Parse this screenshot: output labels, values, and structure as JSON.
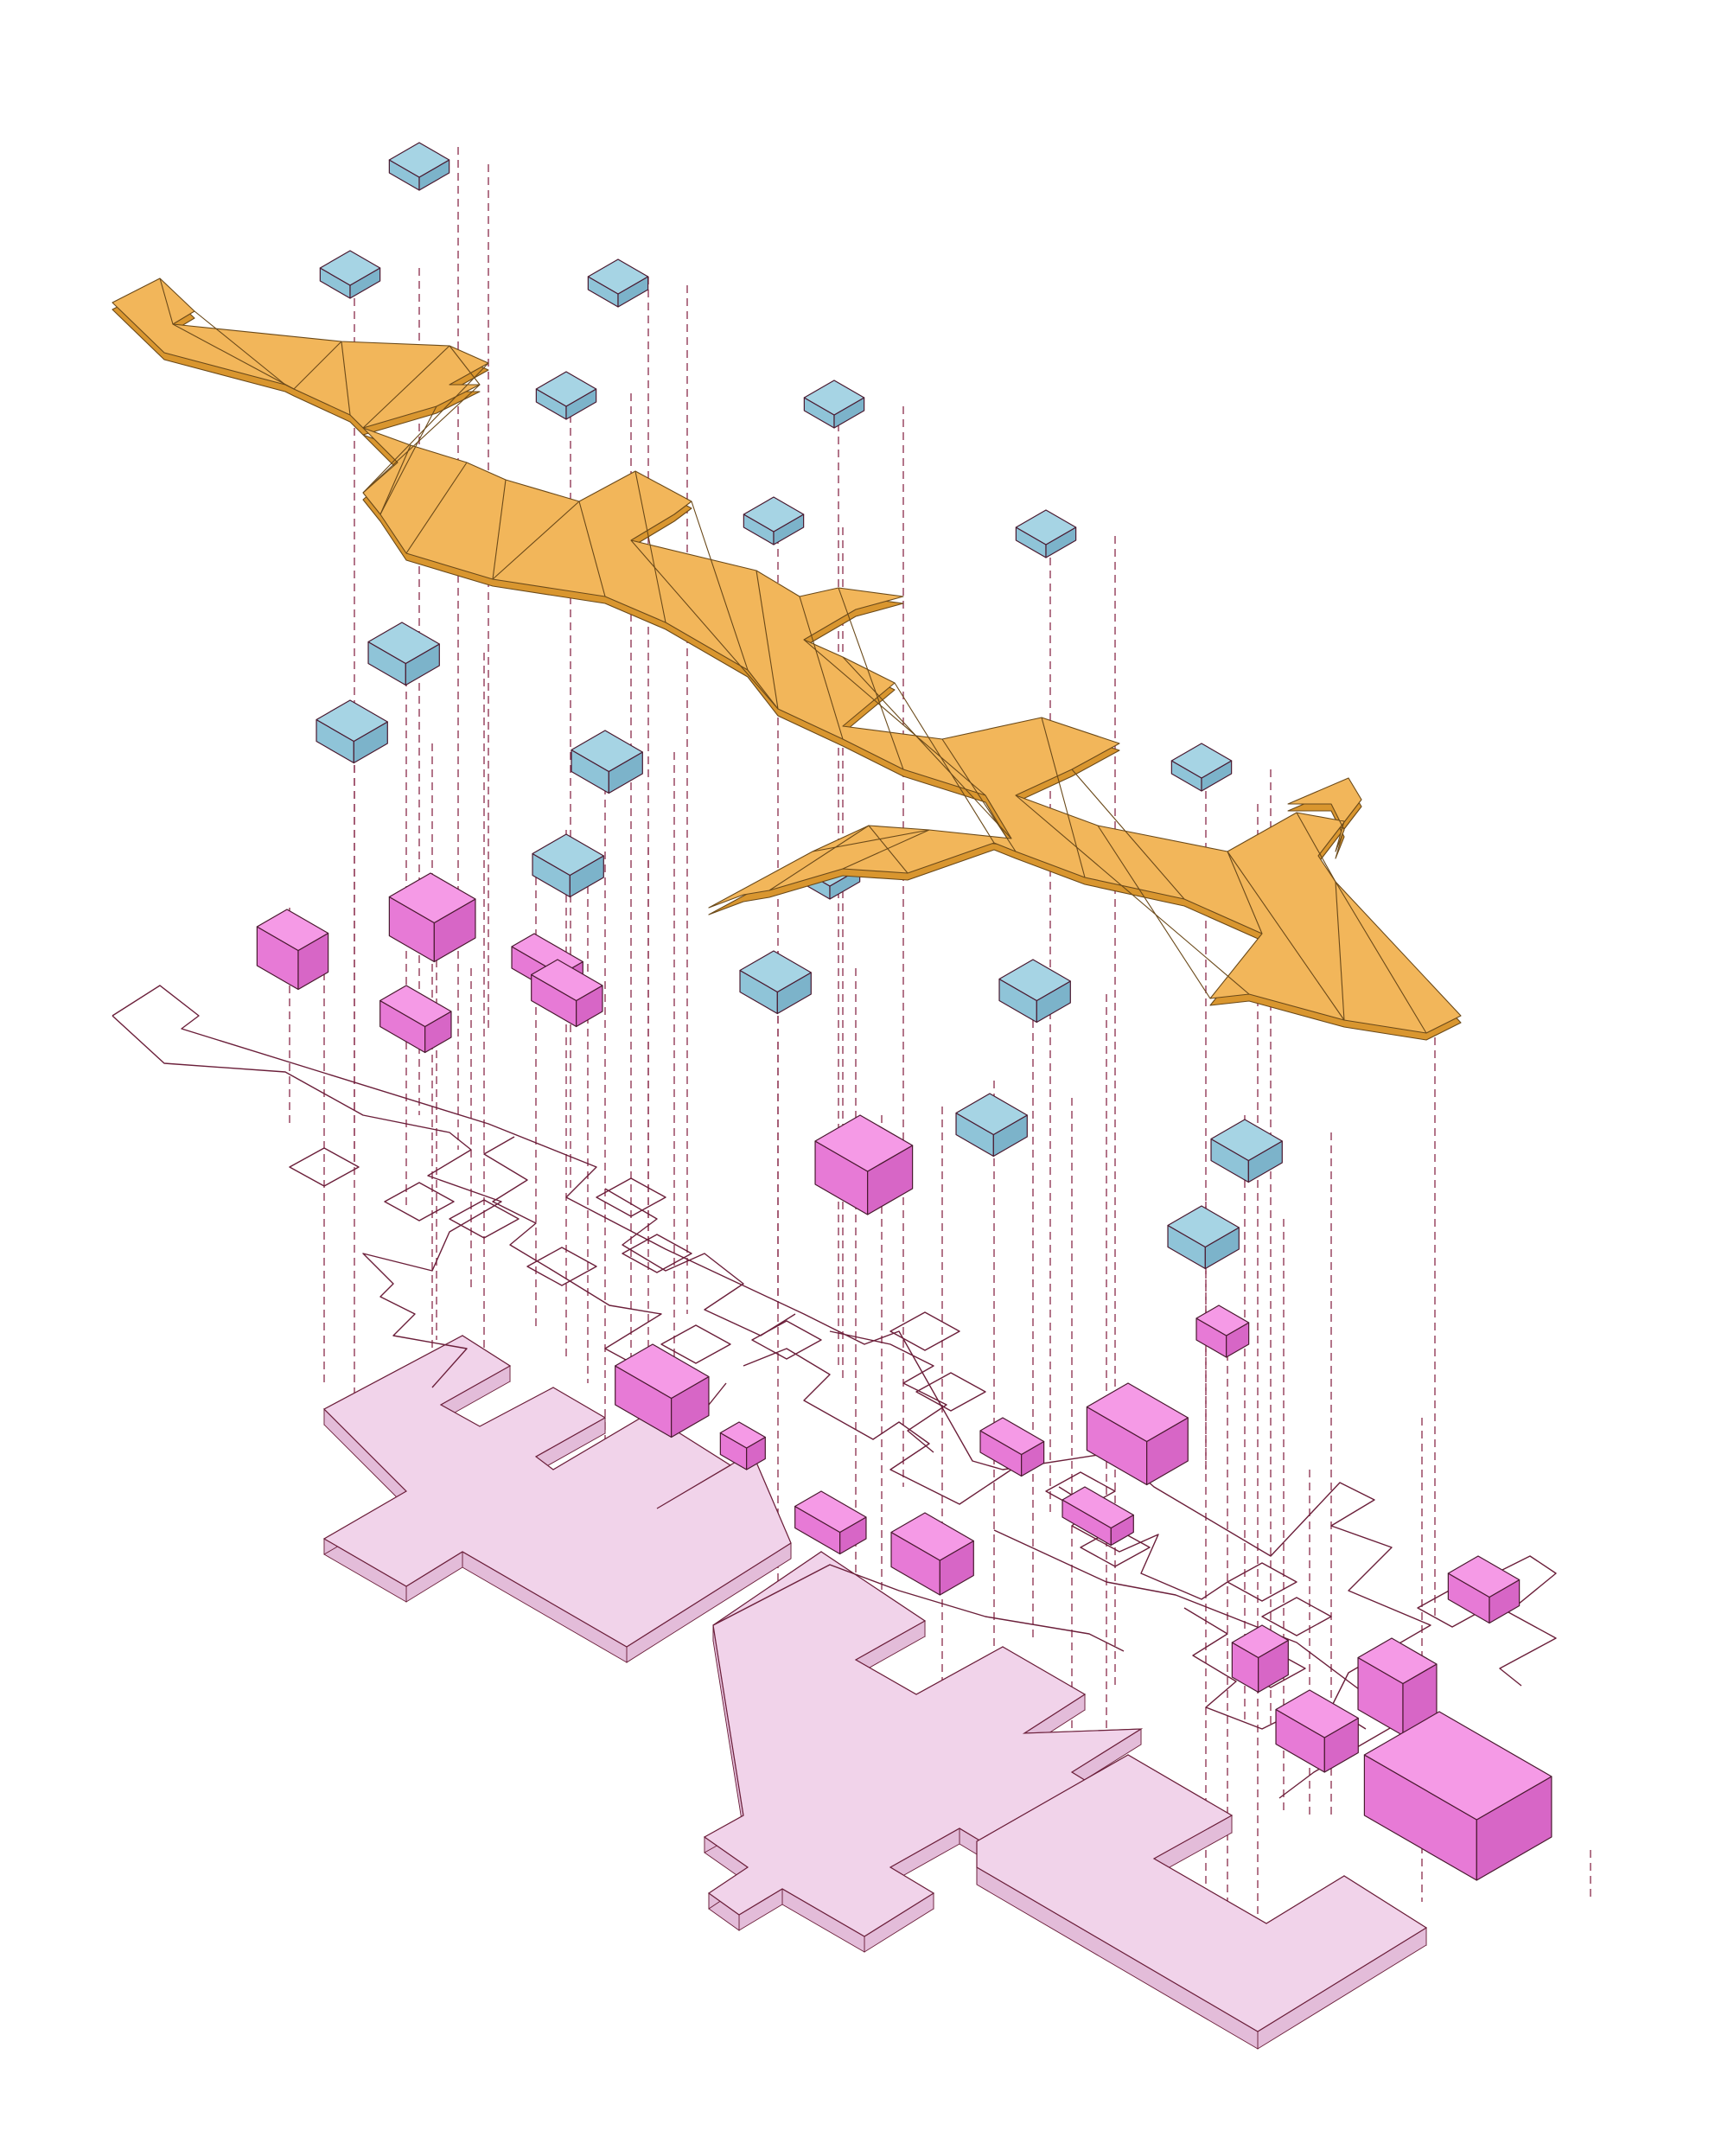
{
  "colors": {
    "background": "#ffffff",
    "canopy_top": "#f2b65a",
    "canopy_side": "#d9962f",
    "roof_top": "#a6d4e4",
    "roof_side_left": "#8fc4d8",
    "roof_side_right": "#7cb3ca",
    "building_top": "#f59ae6",
    "building_side_left": "#e77ad6",
    "building_side_right": "#d766c6",
    "plinth_top": "#f1d3ea",
    "plinth_side": "#e3bcd9",
    "guide_line": "#8a2b4a",
    "outline": "#6b1f3a"
  },
  "layers": [
    "canopy",
    "roofs",
    "buildings",
    "path-outline",
    "plinth"
  ]
}
